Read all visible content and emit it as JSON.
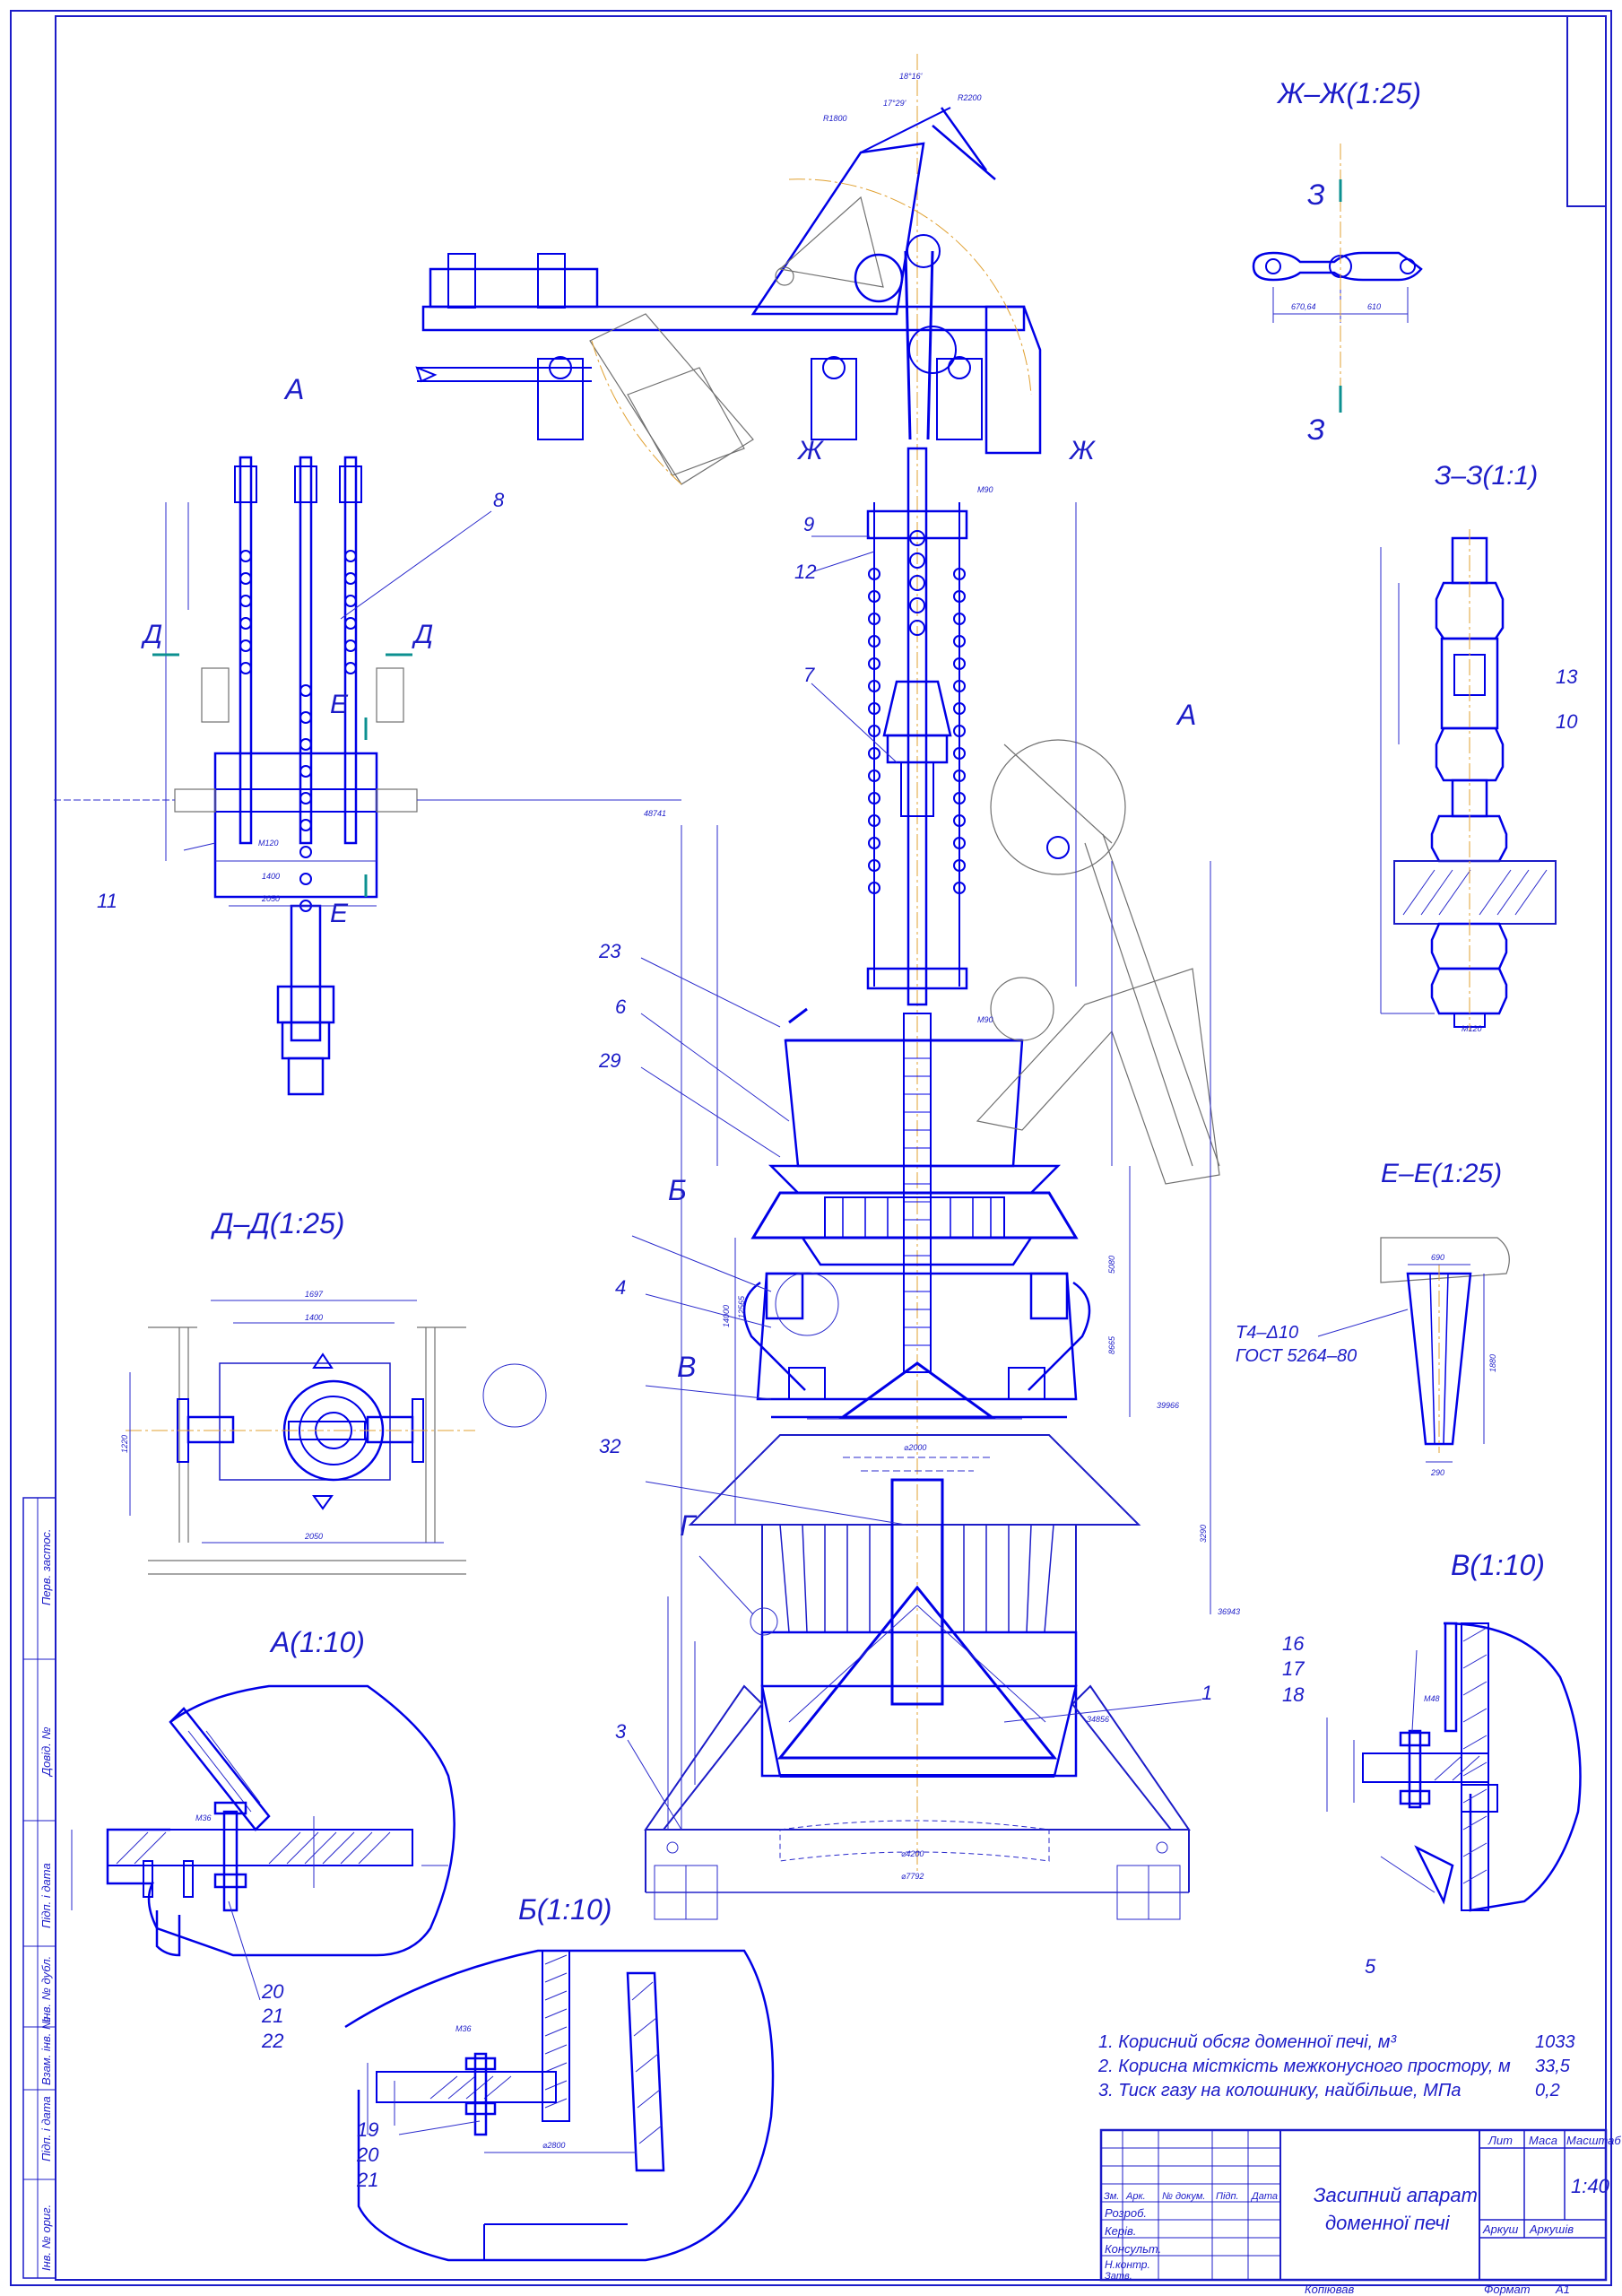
{
  "sections": {
    "zh_zh": "Ж–Ж(1:25)",
    "z_z": "З–З(1:1)",
    "a_view": "А",
    "d_d": "Д–Д(1:25)",
    "e_e": "Е–Е(1:25)",
    "a_detail": "А(1:10)",
    "v_detail": "В(1:10)",
    "b_detail": "Б(1:10)"
  },
  "cut_marks": {
    "z": "З",
    "zh": "Ж",
    "d": "Д",
    "e": "Е",
    "a": "А",
    "b": "Б",
    "v": "В",
    "g": "Г"
  },
  "positions": [
    "1",
    "3",
    "4",
    "5",
    "6",
    "7",
    "8",
    "9",
    "10",
    "11",
    "12",
    "13",
    "16",
    "17",
    "18",
    "19",
    "20",
    "21",
    "22",
    "23",
    "29",
    "32"
  ],
  "annotations": {
    "weld": "Т4–Δ10",
    "gost": "ГОСТ 5264–80"
  },
  "dimensions": {
    "top_angle": "18°16'",
    "angle2": "17°29'",
    "r1800": "R1800",
    "r2200": "R2200",
    "d3290": "3290",
    "h5080": "5080",
    "h8665": "8665",
    "h12565": "12565",
    "h14000": "14000",
    "d4200": "⌀4200",
    "d7792": "⌀7792",
    "d2000": "⌀2000",
    "d2800": "⌀2800",
    "d1400": "1400",
    "d2050": "2050",
    "d1697": "1697",
    "d1220": "1220",
    "d690": "690",
    "d290": "290",
    "d1880": "1880",
    "d670": "670,64",
    "d610": "610",
    "m120": "M120",
    "m48": "M48",
    "m36": "M36",
    "m90": "M90",
    "lvl1": "48741",
    "lvl2": "39966",
    "lvl3": "36943",
    "lvl4": "34856"
  },
  "notes": [
    {
      "text": "1. Корисний обсяг доменної печі, м³",
      "value": "1033"
    },
    {
      "text": "2. Корисна місткість межконусного простору, м",
      "value": "33,5"
    },
    {
      "text": "3. Тиск газу на колошнику, найбільше, МПа",
      "value": "0,2"
    }
  ],
  "title_block": {
    "title_line1": "Засипний апарат",
    "title_line2": "доменної печі",
    "col_lit": "Лит",
    "col_mass": "Маса",
    "col_scale": "Масштаб",
    "scale": "1:40",
    "sheet": "Аркуш",
    "sheets": "Аркушів",
    "rows": [
      "Зм.",
      "Арк.",
      "№ докум.",
      "Підп.",
      "Дата"
    ],
    "roles": [
      "Розроб.",
      "Керів.",
      "Консульт.",
      "",
      "Н.контр.",
      "Затв."
    ],
    "copied": "Копіював",
    "format_label": "Формат",
    "format": "А1"
  },
  "side_stamp": [
    "Перв. застос.",
    "Довід. №",
    "Підп. і дата",
    "Інв. № дубл.",
    "Взам. інв. №",
    "Підп. і дата",
    "Інв. № ориг."
  ]
}
